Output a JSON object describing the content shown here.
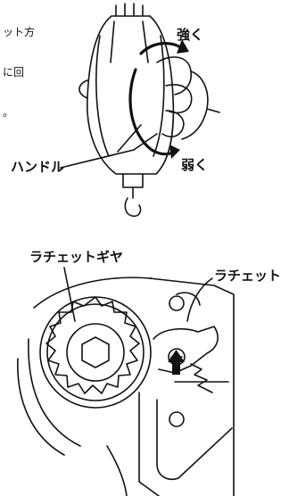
{
  "top_text_fragment": [
    "ット方",
    "に回",
    "。"
  ],
  "labels": {
    "strong": "強く",
    "weak": "弱く",
    "handle": "ハンドル",
    "ratchet_gear": "ラチェットギヤ",
    "ratchet": "ラチェット"
  }
}
